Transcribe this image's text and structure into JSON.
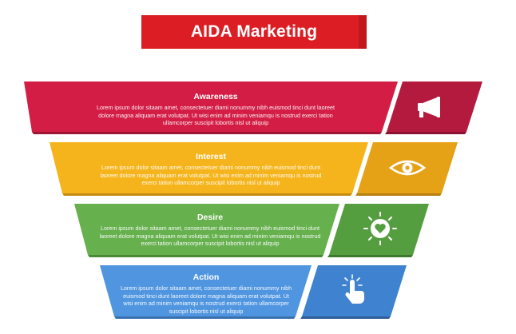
{
  "title": "AIDA Marketing",
  "colors": {
    "title_bg": "#dc1e24",
    "awareness": "#d31d45",
    "interest": "#f6b41c",
    "desire": "#66b04e",
    "action": "#4f95e0"
  },
  "stages": [
    {
      "name": "Awareness",
      "icon": "megaphone-icon",
      "text": "Lorem ipsum dolor sitaam amet, consectetuer diami nonummy nibh euismod tinci dunt laoreet dolore magna aliquam erat volutpat. Ut wisi enim ad minim veniamqu is nostrud exerci tation ullamcorper suscipit lobortis nisl ut aliquip"
    },
    {
      "name": "Interest",
      "icon": "eye-icon",
      "text": "Lorem ipsum dolor sitaam amet, consectetuer diami nonummy nibh euismod tinci dunt laoreet dolore magna aliquam erat volutpat. Ut wisi enim ad minim veniamqu is nostrud exerci tation ullamcorper suscipit lobortis nisl ut aliquip"
    },
    {
      "name": "Desire",
      "icon": "heart-badge-icon",
      "text": "Lorem ipsum dolor sitaam amet, consectetuer diami nonummy nibh euismod tinci dunt laoreet dolore magna aliquam erat volutpat. Ut wisi enim ad minim veniamqu is nostrud exerci tation ullamcorper suscipit lobortis nisl ut aliquip"
    },
    {
      "name": "Action",
      "icon": "touch-hand-icon",
      "text": "Lorem ipsum dolor sitaam amet, consectetuer diami nonummy nibh euismod tinci dunt laoreet dolore magna aliquam erat volutpat. Ut wisi enim ad minim veniamqu is nostrud exerci tation ullamcorper suscipit lobortis nisl ut aliquip"
    }
  ]
}
